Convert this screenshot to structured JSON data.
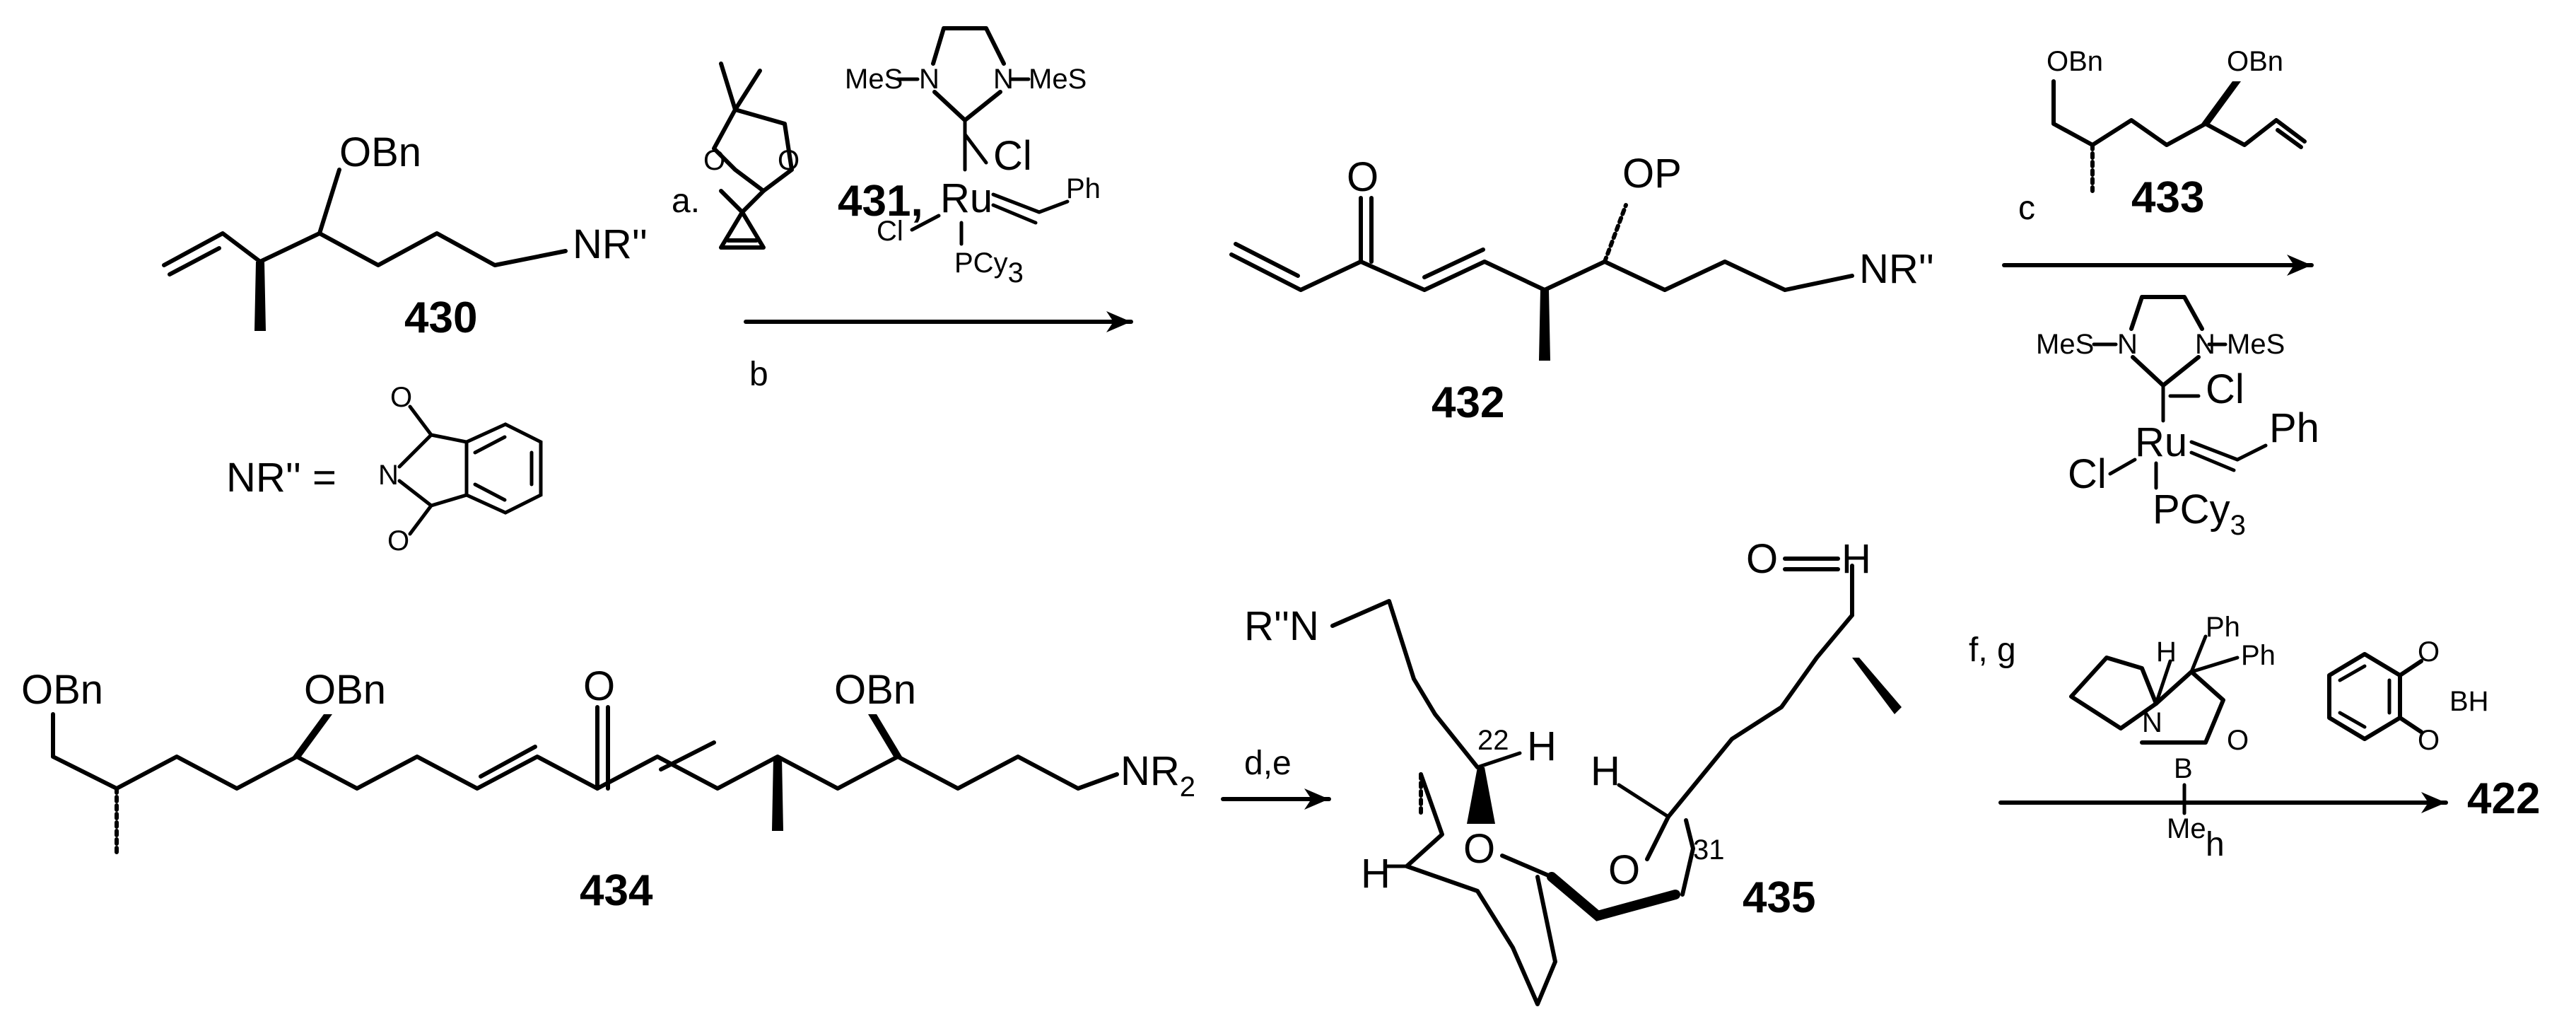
{
  "compounds": {
    "c430": "430",
    "c431": "431,",
    "c432": "432",
    "c433": "433",
    "c434": "434",
    "c435": "435",
    "c422": "422"
  },
  "atoms": {
    "obn": "OBn",
    "op": "OP",
    "o": "O",
    "h": "H",
    "n": "N",
    "b": "B",
    "bh": "BH",
    "ru": "Ru",
    "cl": "Cl",
    "ph": "Ph",
    "mes_left": "MeS",
    "mes_right": "MeS",
    "pcy": "PCy",
    "sub3": "3",
    "sub2": "2",
    "me": "Me",
    "nr2": "NR",
    "nr_dprime": "NR''",
    "rn_dprime": "R''N"
  },
  "definition": {
    "label": "NR'' ="
  },
  "conditions": {
    "a": "a.",
    "b": "b",
    "c": "c",
    "de": "d,e",
    "fg": "f,  g",
    "h": "h"
  },
  "numbering": {
    "c22": "22",
    "c31": "31"
  }
}
